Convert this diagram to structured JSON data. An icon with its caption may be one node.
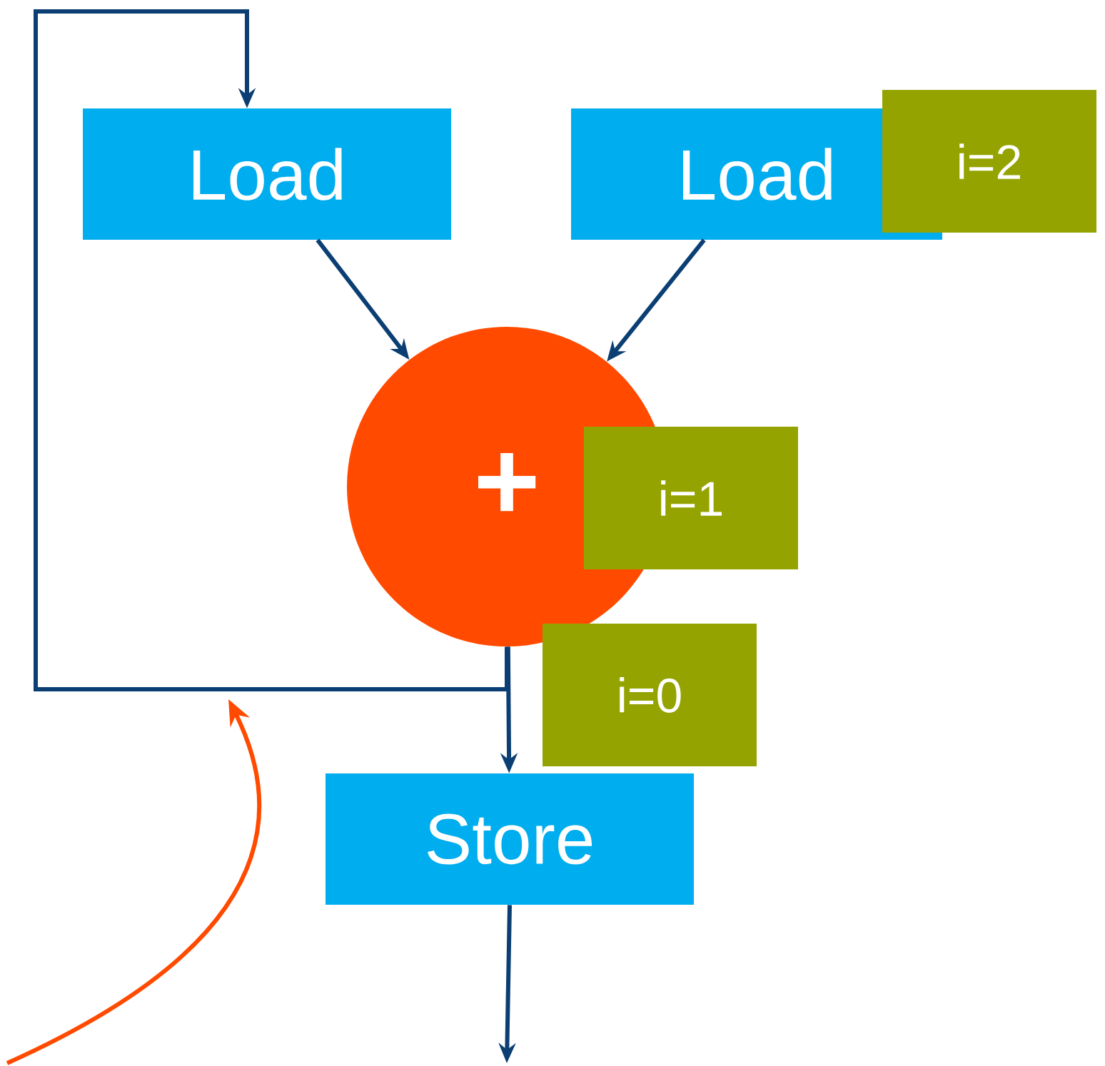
{
  "diagram": {
    "nodes": [
      {
        "text": [
          "Load"
        ]
      },
      {
        "text": [
          "Load"
        ]
      },
      {
        "text": [
          "i=2"
        ]
      },
      {
        "text": [
          "+"
        ]
      },
      {
        "text": [
          "i=1"
        ]
      },
      {
        "text": [
          "i=0"
        ]
      },
      {
        "text": [
          "Store"
        ]
      }
    ],
    "edges": [
      {
        "from": 0,
        "to": 3,
        "arrow": "to"
      },
      {
        "from": 1,
        "to": 3,
        "arrow": "to"
      },
      {
        "from": 3,
        "to": 6,
        "arrow": "to"
      },
      {
        "from": 3,
        "to": 0,
        "arrow": "to"
      },
      {
        "from": 6,
        "to": null,
        "arrow": "to"
      }
    ]
  }
}
